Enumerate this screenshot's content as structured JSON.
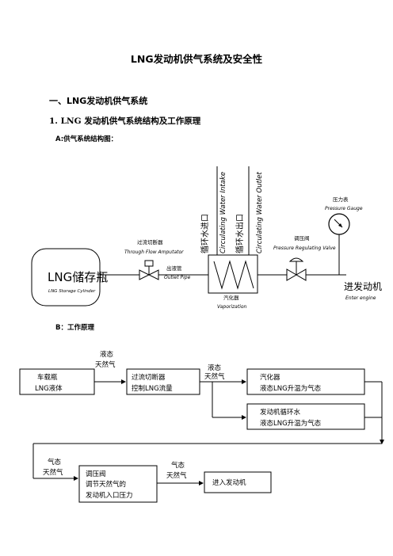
{
  "document": {
    "title": "LNG发动机供气系统及安全性",
    "section_heading": "一、LNG发动机供气系统",
    "subsection_heading": "1.  LNG  发动机供气系统结构及工作原理",
    "figure_a_label": "A:供气系统结构图：",
    "figure_b_label": "B：工作原理"
  },
  "structure_diagram": {
    "tank_cn": "LNG储存瓶",
    "tank_en": "LNG Storage Cylinder",
    "flow_amputator_cn": "过流切断器",
    "flow_amputator_en": "Through Flow Amputator",
    "outlet_pipe_cn": "出液管",
    "outlet_pipe_en": "Outlet Pipe",
    "water_intake_cn": "循环水进口",
    "water_intake_en": "Circulating Water Intake",
    "water_outlet_cn": "循环水出口",
    "water_outlet_en": "Circulating Water Outlet",
    "vaporization_cn": "汽化器",
    "vaporization_en": "Vaporization",
    "regulating_valve_cn": "调压阀",
    "regulating_valve_en": "Pressure Regulating Valve",
    "pressure_gauge_cn": "压力表",
    "pressure_gauge_en": "Pressure Gauge",
    "enter_engine_cn": "进发动机",
    "enter_engine_en": "Enter engine"
  },
  "flowchart": {
    "box1": [
      "车载瓶",
      "LNG液体"
    ],
    "label1": [
      "液态",
      "天然气"
    ],
    "box2": [
      "过流切断器",
      "控制LNG流量"
    ],
    "label2": [
      "液态",
      "天然气"
    ],
    "box3": [
      "汽化器",
      "液态LNG升温为气态"
    ],
    "box4": [
      "发动机循环水",
      "液态LNG升温为气态"
    ],
    "label3": [
      "气态",
      "天然气"
    ],
    "box5": [
      "调压阀",
      "调节天然气的",
      "发动机入口压力"
    ],
    "label4": [
      "气态",
      "天然气"
    ],
    "box6": [
      "进入发动机"
    ]
  }
}
